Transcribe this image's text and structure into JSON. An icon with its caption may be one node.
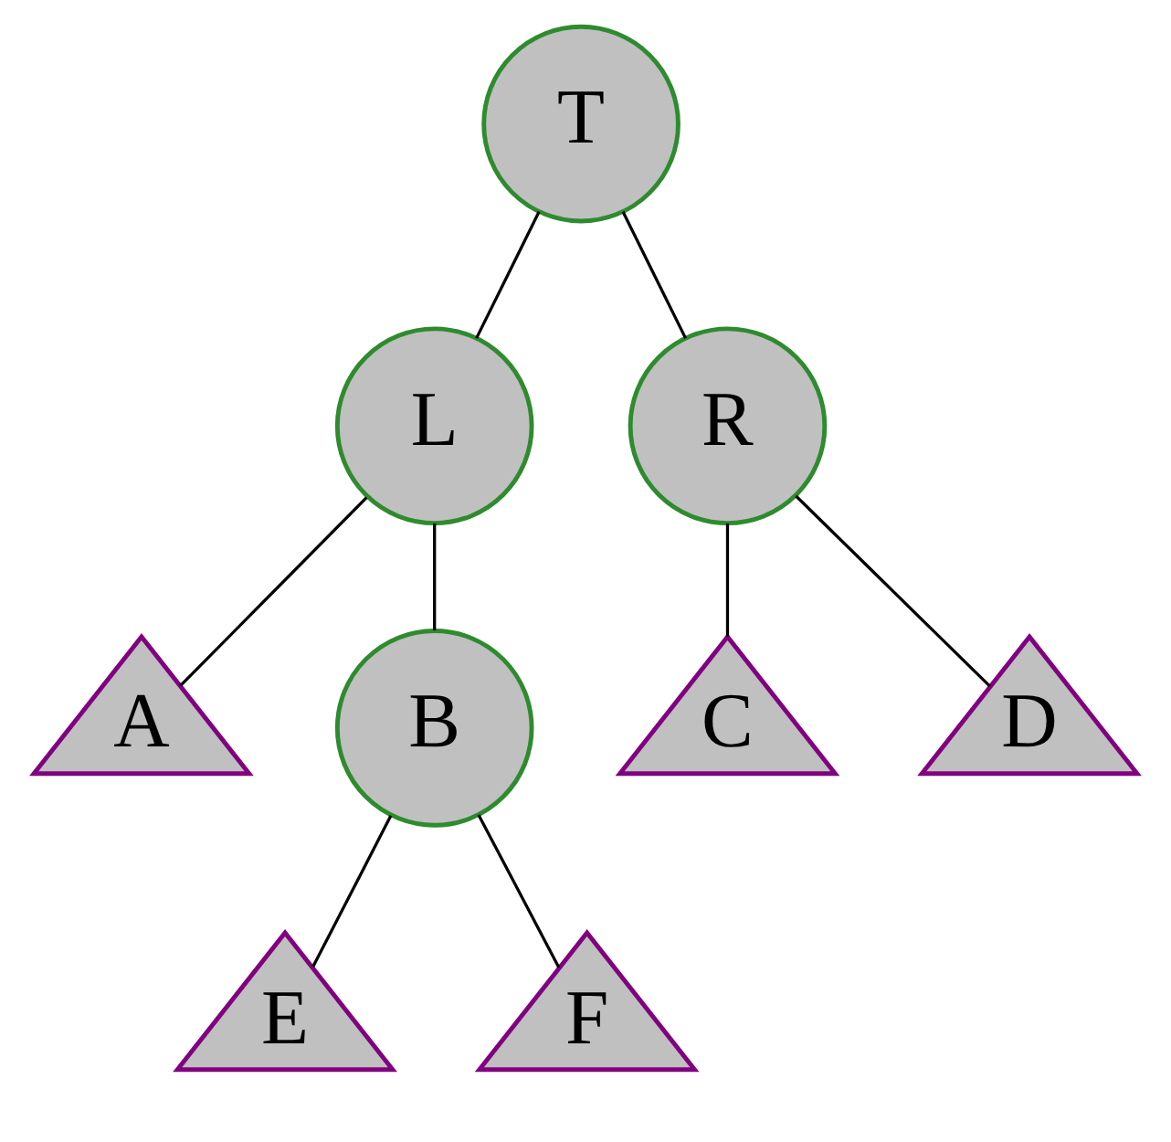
{
  "diagram": {
    "nodes": [
      {
        "text": [
          "T"
        ]
      },
      {
        "text": [
          "L"
        ]
      },
      {
        "text": [
          "R"
        ]
      },
      {
        "text": [
          "A"
        ]
      },
      {
        "text": [
          "B"
        ]
      },
      {
        "text": [
          "C"
        ]
      },
      {
        "text": [
          "D"
        ]
      },
      {
        "text": [
          "E"
        ]
      },
      {
        "text": [
          "F"
        ]
      }
    ],
    "edges": [
      {
        "from": 0,
        "to": 1,
        "arrow": "none"
      },
      {
        "from": 0,
        "to": 2,
        "arrow": "none"
      },
      {
        "from": 1,
        "to": 3,
        "arrow": "none"
      },
      {
        "from": 1,
        "to": 4,
        "arrow": "none"
      },
      {
        "from": 2,
        "to": 5,
        "arrow": "none"
      },
      {
        "from": 2,
        "to": 6,
        "arrow": "none"
      },
      {
        "from": 4,
        "to": 7,
        "arrow": "none"
      },
      {
        "from": 4,
        "to": 8,
        "arrow": "none"
      }
    ]
  }
}
